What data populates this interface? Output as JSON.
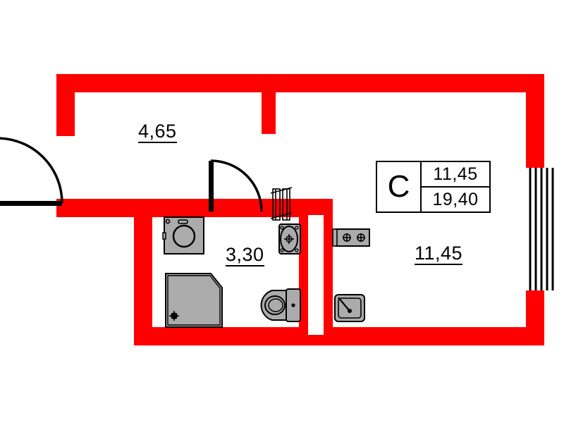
{
  "plan": {
    "title": "Apartment floor plan",
    "wall_color": "#FF0000",
    "line_color": "#000000",
    "fixture_fill": "#ABABAB",
    "background": "#FFFFFF"
  },
  "info_box": {
    "letter": "С",
    "area_primary": "11,45",
    "area_total": "19,40"
  },
  "rooms": [
    {
      "name": "hallway",
      "label": "4,65"
    },
    {
      "name": "bathroom",
      "label": "3,30"
    },
    {
      "name": "living-room",
      "label": "11,45"
    }
  ],
  "fixtures": [
    {
      "name": "washing-machine",
      "room": "bathroom"
    },
    {
      "name": "shower-tray",
      "room": "bathroom"
    },
    {
      "name": "wash-basin",
      "room": "bathroom"
    },
    {
      "name": "toilet",
      "room": "bathroom"
    },
    {
      "name": "cooktop",
      "room": "living-room"
    },
    {
      "name": "kitchen-sink",
      "room": "living-room"
    }
  ],
  "openings": [
    {
      "name": "entrance-door",
      "swing": "outward-left"
    },
    {
      "name": "bathroom-door",
      "swing": "inward-right"
    },
    {
      "name": "balcony-window",
      "side": "right"
    },
    {
      "name": "ventilation-riser",
      "side": "hall"
    },
    {
      "name": "ventilation-shaft",
      "side": "between-bath-and-kitchen"
    }
  ]
}
